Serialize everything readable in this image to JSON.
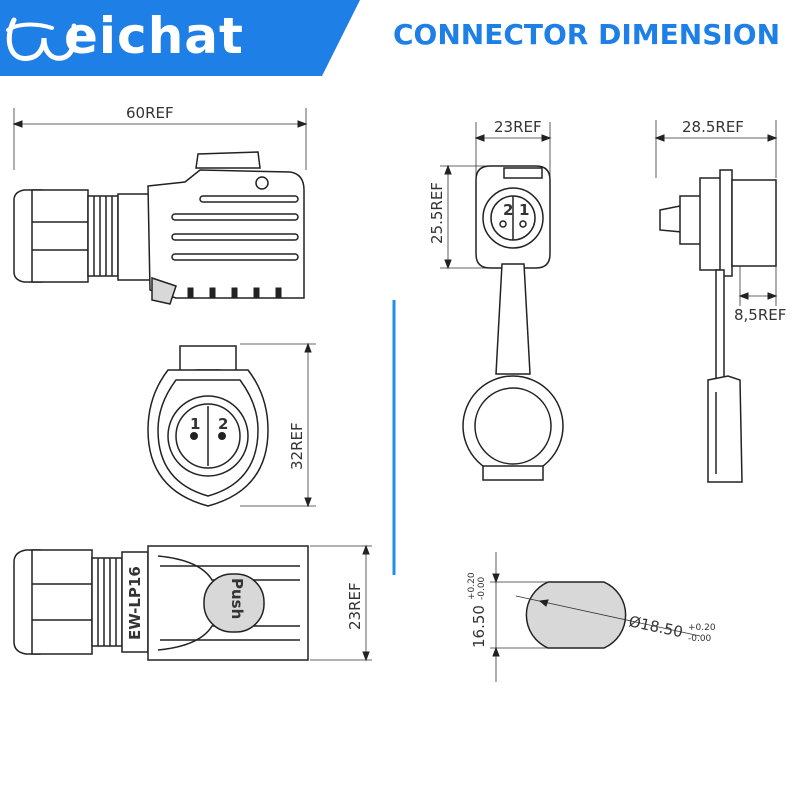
{
  "logo": {
    "text": "eichat",
    "brand_color": "#1e7fe6"
  },
  "heading": "CONNECTOR DIMENSION",
  "dimensions": {
    "plug_length": "60REF",
    "plug_face_height": "32REF",
    "plug_top_height": "23REF",
    "socket_width": "23REF",
    "socket_height": "25.5REF",
    "socket_side_depth": "28.5REF",
    "socket_flange": "8,5REF",
    "cutout_height": "16.50",
    "cutout_height_tol_plus": "+0.20",
    "cutout_height_tol_minus": "-0.00",
    "cutout_diameter": "Ø18.50",
    "cutout_dia_tol_plus": "+0.20",
    "cutout_dia_tol_minus": "-0.00"
  },
  "markings": {
    "pin_1": "1",
    "pin_2": "2",
    "socket_pin_1": "1",
    "socket_pin_2": "2",
    "push_label": "Push",
    "model_label": "EW-LP16"
  },
  "accent_line_color": "#1e90e6"
}
